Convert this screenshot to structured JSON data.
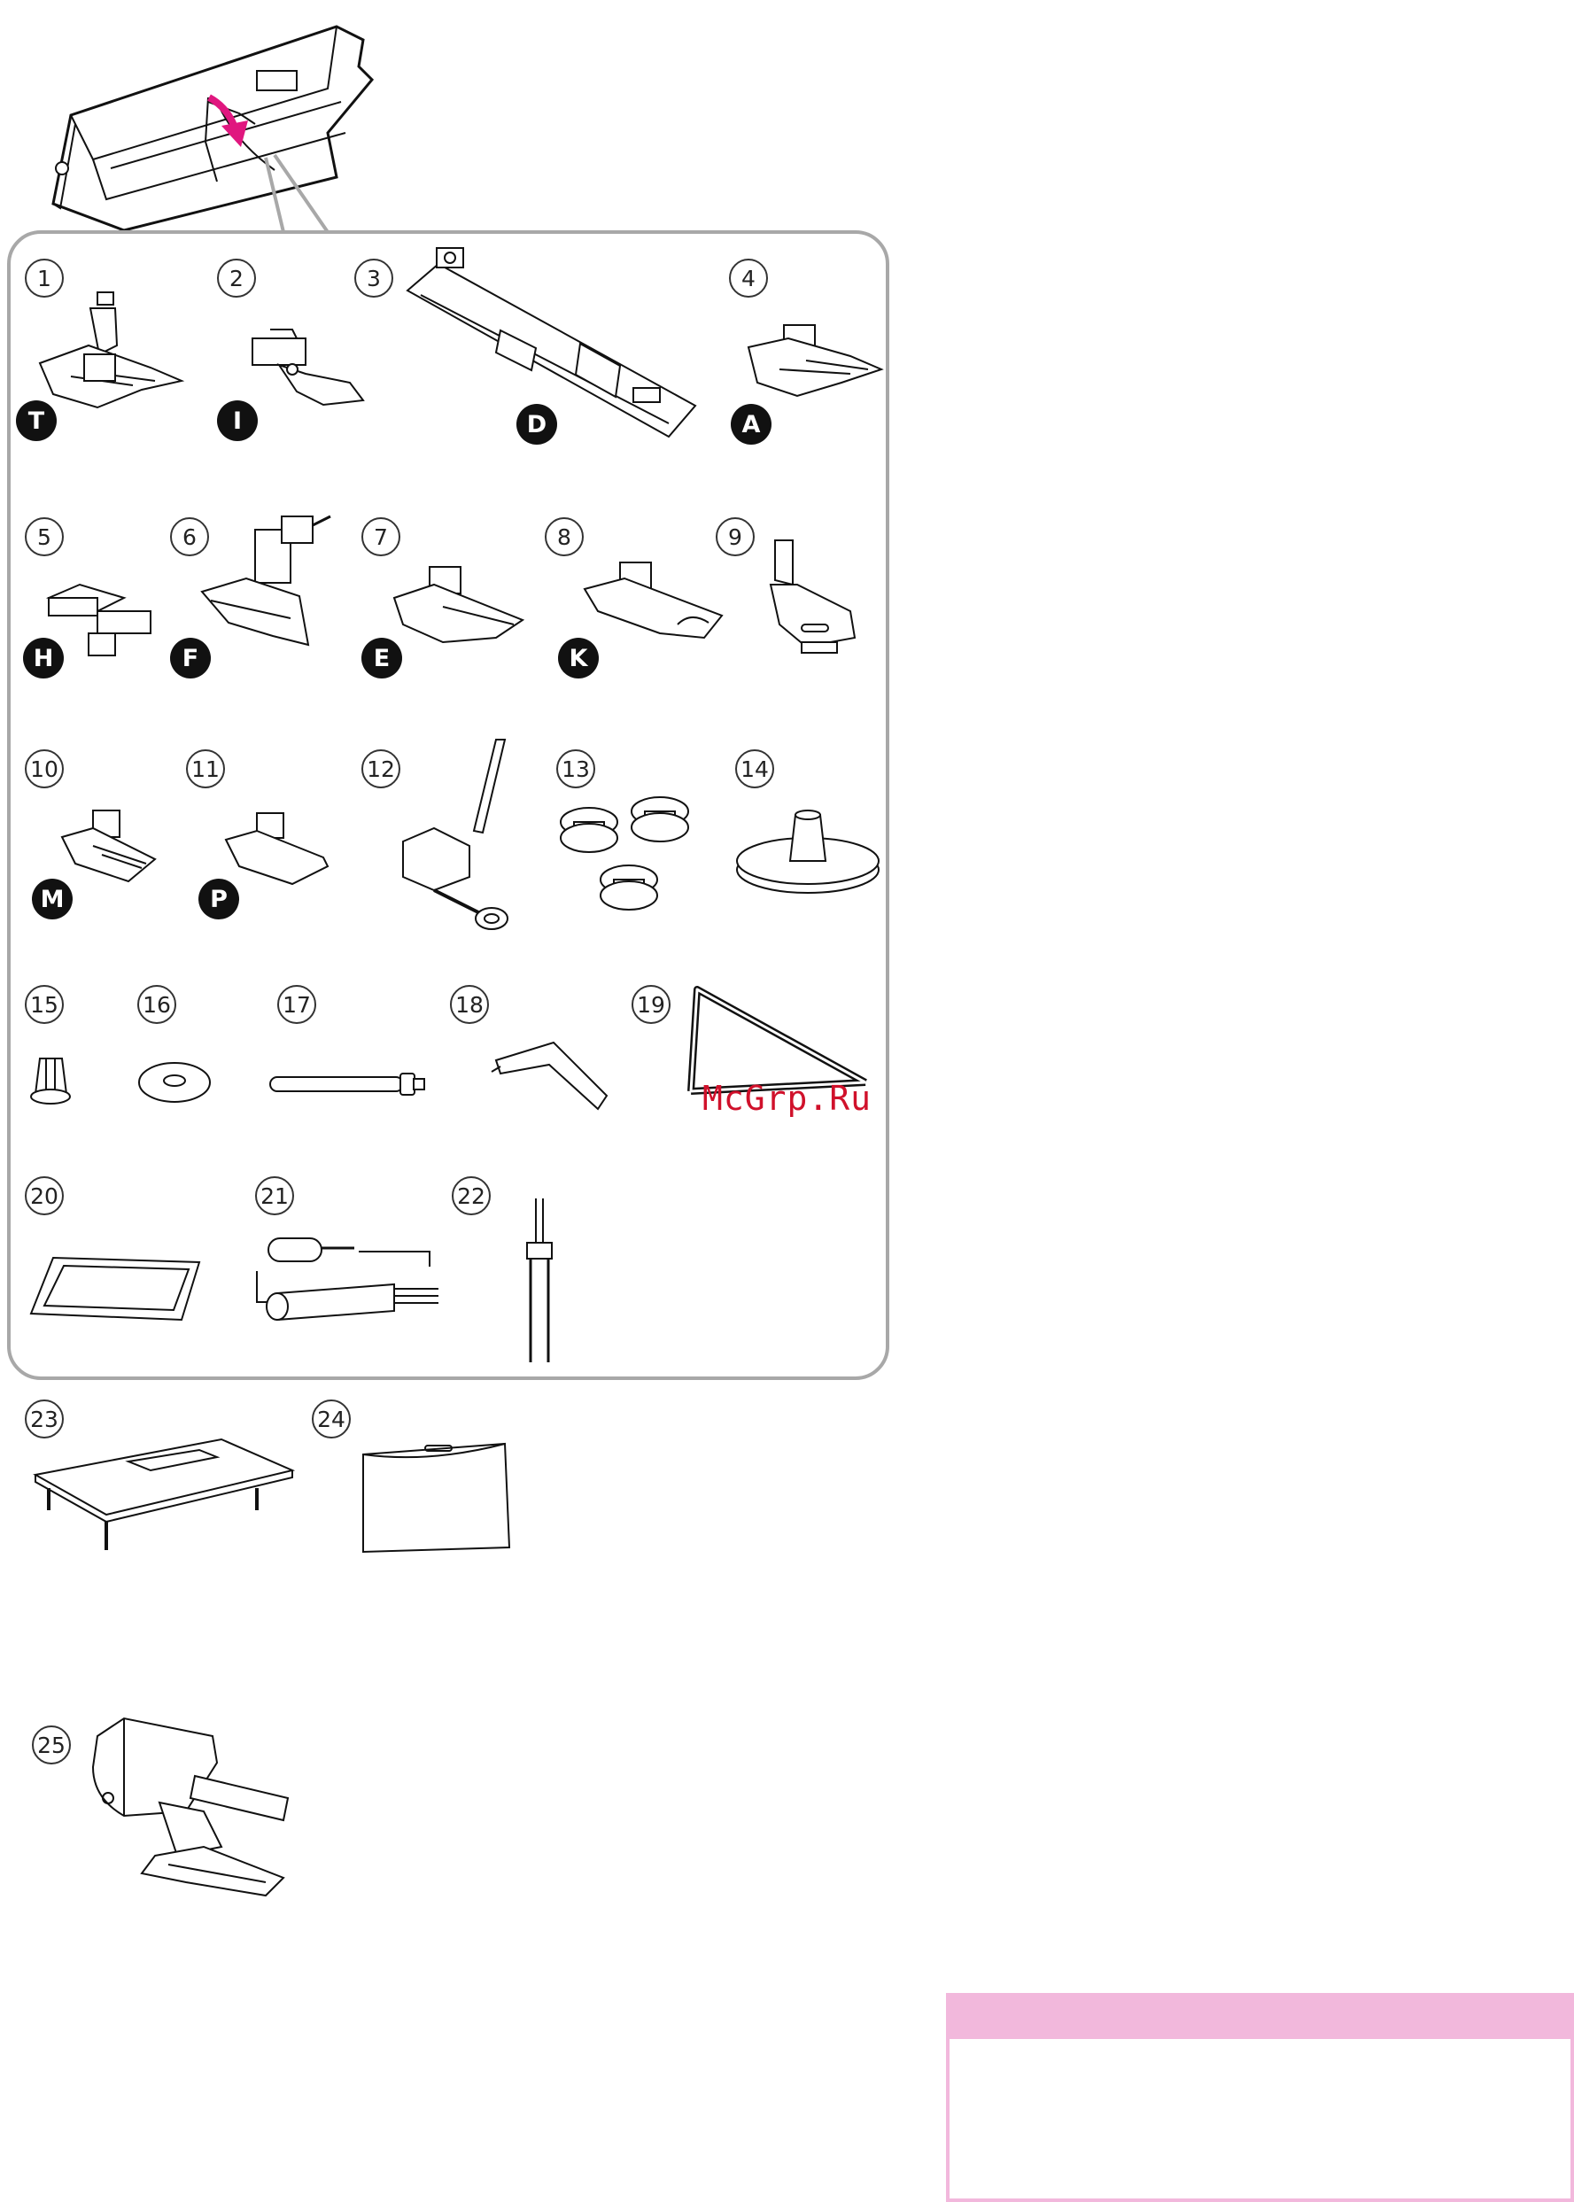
{
  "accessories": [
    {
      "number": "1",
      "letter": "T",
      "icon": "zigzag-foot-icon"
    },
    {
      "number": "2",
      "letter": "I",
      "icon": "overcasting-foot-icon"
    },
    {
      "number": "3",
      "letter": "D",
      "icon": "buttonhole-foot-icon"
    },
    {
      "number": "4",
      "letter": "A",
      "icon": "satin-foot-icon"
    },
    {
      "number": "5",
      "letter": "H",
      "icon": "blind-stitch-foot-icon"
    },
    {
      "number": "6",
      "letter": "F",
      "icon": "darning-foot-icon"
    },
    {
      "number": "7",
      "letter": "E",
      "icon": "zipper-foot-icon"
    },
    {
      "number": "8",
      "letter": "K",
      "icon": "rolled-hem-foot-icon"
    },
    {
      "number": "9",
      "letter": "",
      "icon": "buttonhole-presser-foot-icon"
    },
    {
      "number": "10",
      "letter": "M",
      "icon": "cording-foot-icon"
    },
    {
      "number": "11",
      "letter": "P",
      "icon": "quarter-inch-foot-icon"
    },
    {
      "number": "12",
      "letter": "",
      "icon": "button-sewing-foot-icon"
    },
    {
      "number": "13",
      "letter": "",
      "icon": "bobbins-icon"
    },
    {
      "number": "14",
      "letter": "",
      "icon": "spool-holder-large-icon"
    },
    {
      "number": "15",
      "letter": "",
      "icon": "spool-holder-small-icon"
    },
    {
      "number": "16",
      "letter": "",
      "icon": "felt-washer-icon"
    },
    {
      "number": "17",
      "letter": "",
      "icon": "spool-pin-icon"
    },
    {
      "number": "18",
      "letter": "",
      "icon": "screwdriver-icon"
    },
    {
      "number": "19",
      "letter": "",
      "icon": "quilting-guide-icon"
    },
    {
      "number": "20",
      "letter": "",
      "icon": "needle-pack-icon"
    },
    {
      "number": "21",
      "letter": "",
      "icon": "seam-ripper-brush-icon"
    },
    {
      "number": "22",
      "letter": "",
      "icon": "twin-needle-icon"
    },
    {
      "number": "23",
      "letter": "",
      "icon": "extension-table-icon"
    },
    {
      "number": "24",
      "letter": "",
      "icon": "dust-cover-icon"
    },
    {
      "number": "25",
      "letter": "",
      "icon": "walking-foot-icon"
    }
  ],
  "watermark": "McGrp.Ru",
  "colors": {
    "arrow": "#e0177f",
    "panel_border": "#a8a8a8",
    "pink_box": "#f2b8dc",
    "watermark": "#d0112b"
  }
}
